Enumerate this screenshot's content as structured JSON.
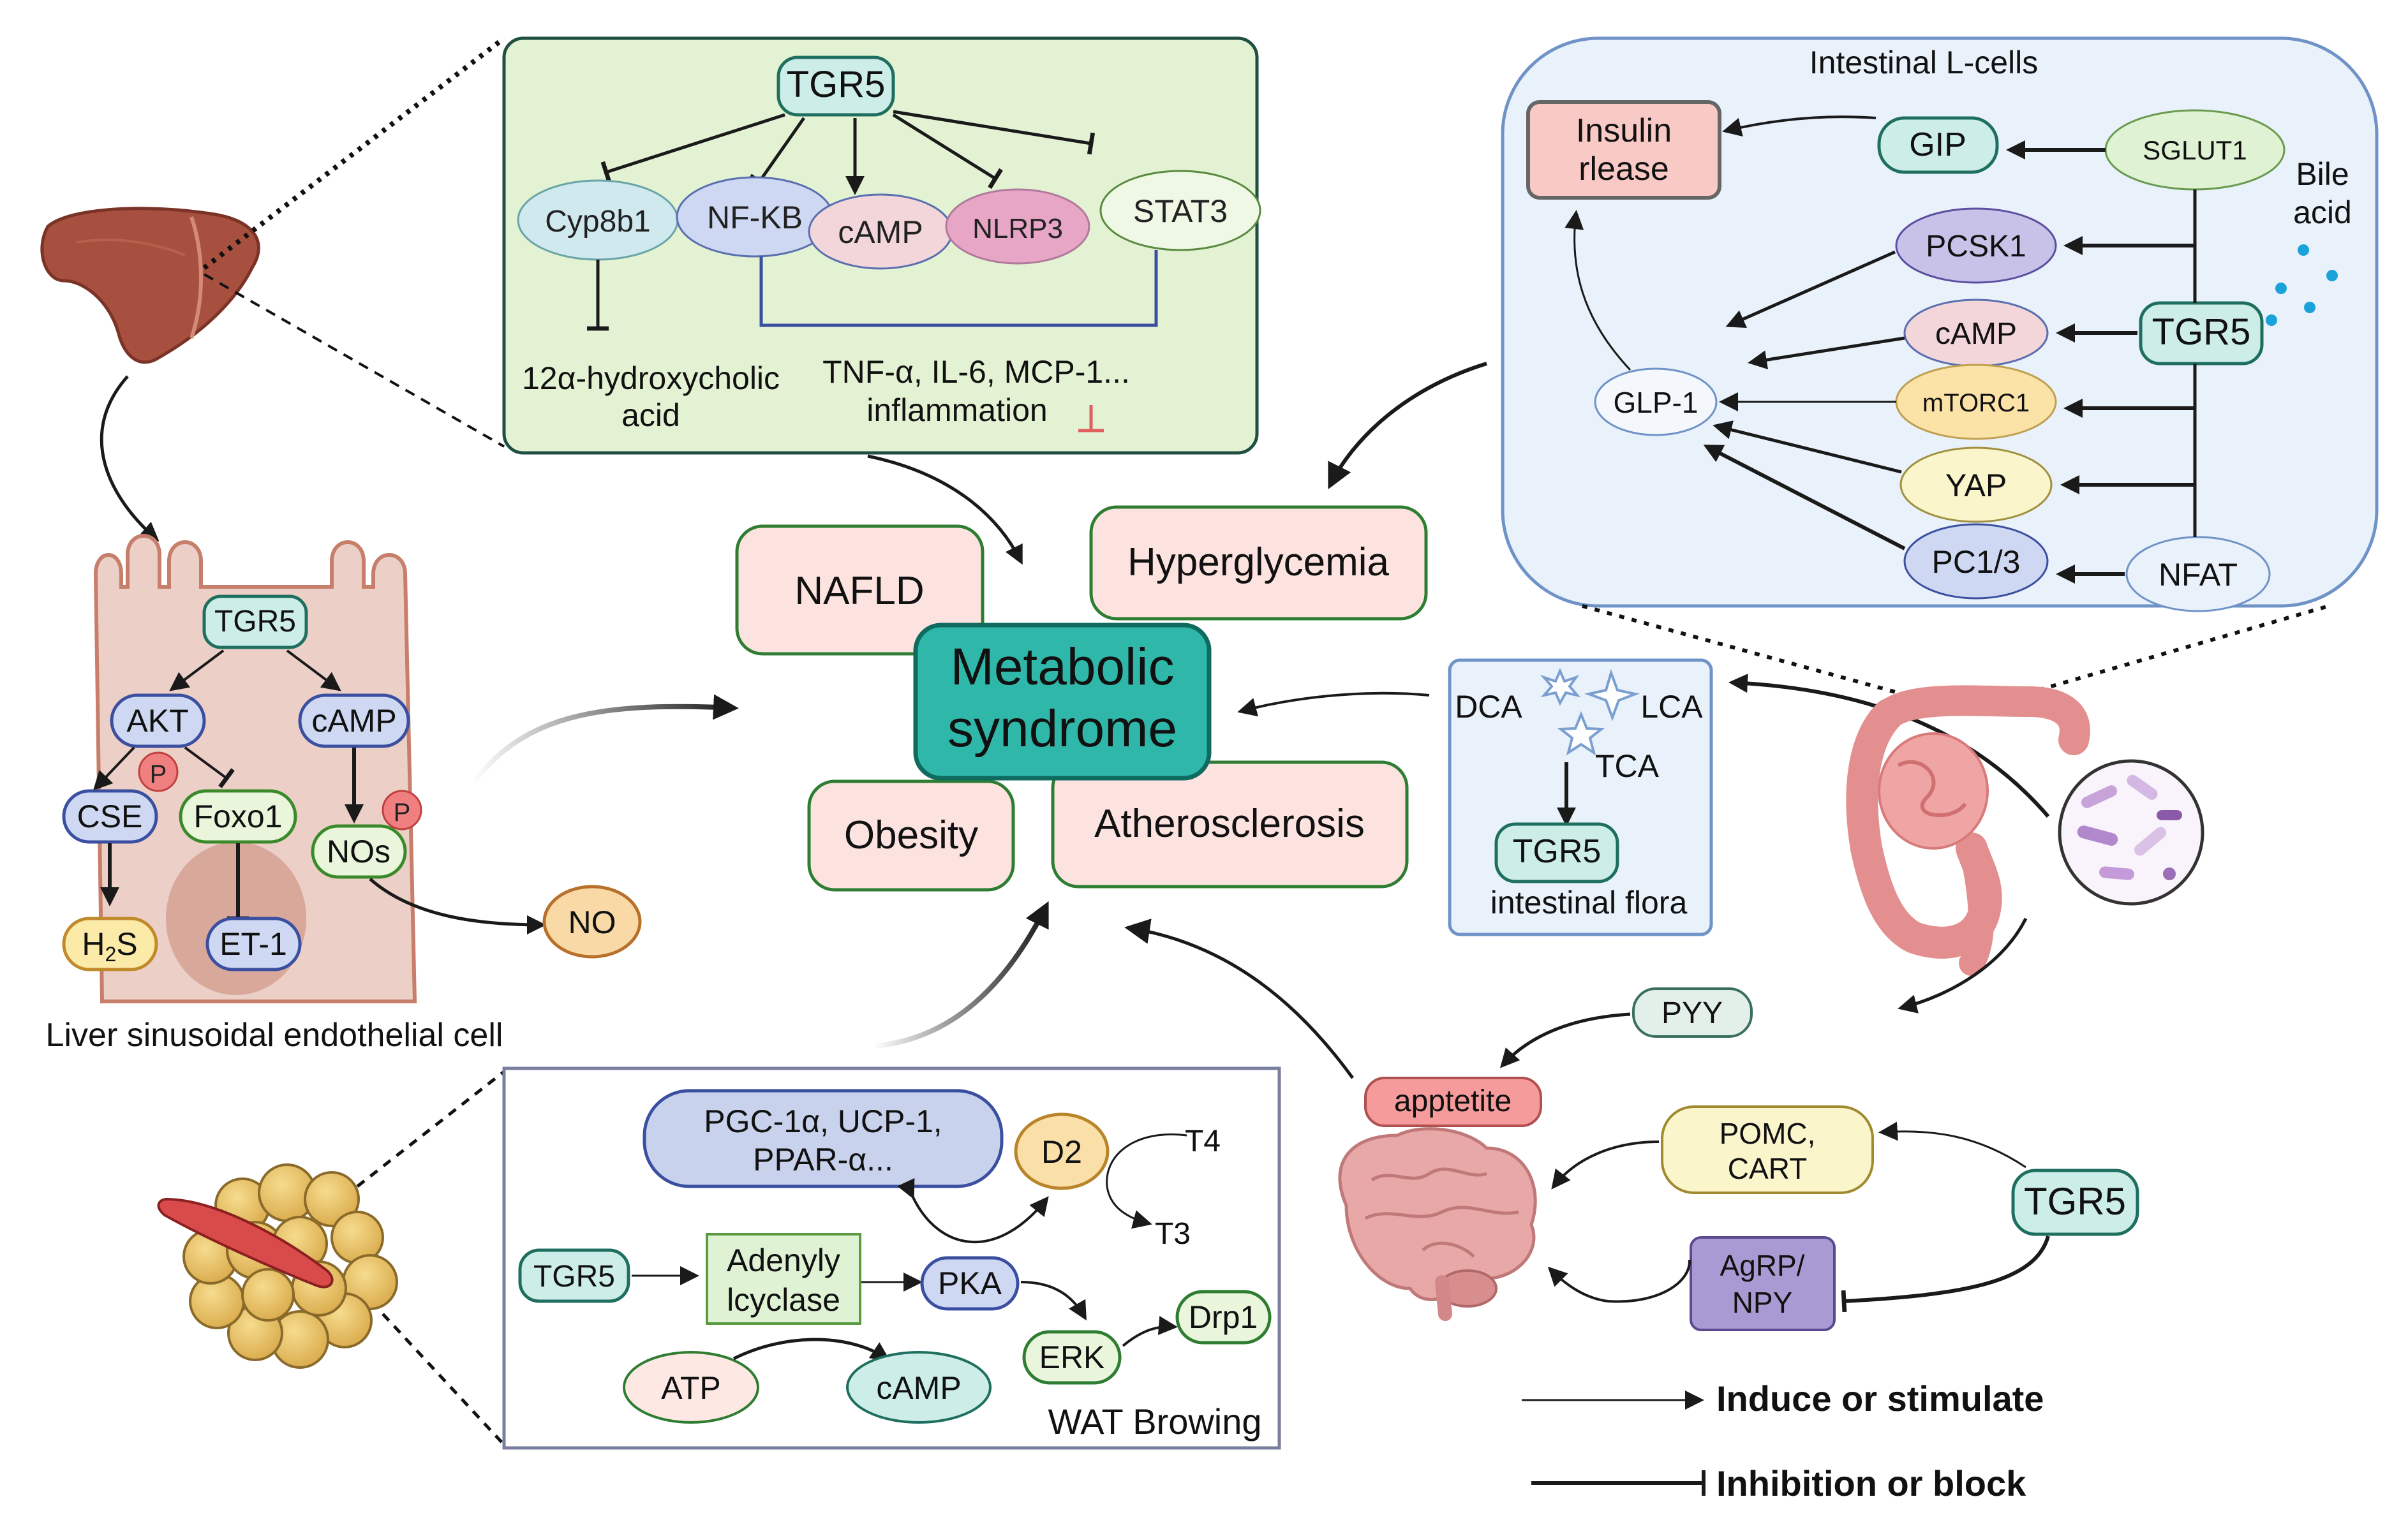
{
  "center": {
    "title_line1": "Metabolic",
    "title_line2": "syndrome",
    "diseases": {
      "nafld": "NAFLD",
      "hyperglycemia": "Hyperglycemia",
      "obesity": "Obesity",
      "atherosclerosis": "Atherosclerosis"
    }
  },
  "liver_box": {
    "tgr5": "TGR5",
    "cyp8b1": "Cyp8b1",
    "nfkb": "NF-KB",
    "camp": "cAMP",
    "nlrp3": "NLRP3",
    "stat3": "STAT3",
    "hydroxy_line1": "12α-hydroxycholic",
    "hydroxy_line2": "acid",
    "cytokines_line1": "TNF-α, IL-6, MCP-1...",
    "cytokines_line2": "inflammation"
  },
  "endothelial": {
    "tgr5": "TGR5",
    "akt": "AKT",
    "camp": "cAMP",
    "p1": "P",
    "p2": "P",
    "cse": "CSE",
    "foxo1": "Foxo1",
    "nos": "NOs",
    "h2s_main": "H",
    "h2s_sub": "2",
    "h2s_end": "S",
    "et1": "ET-1",
    "no": "NO",
    "caption": "Liver sinusoidal endothelial cell"
  },
  "lcells": {
    "title": "Intestinal L-cells",
    "insulin_line1": "Insulin",
    "insulin_line2": "rlease",
    "gip": "GIP",
    "sglut1": "SGLUT1",
    "pcsk1": "PCSK1",
    "camp": "cAMP",
    "tgr5": "TGR5",
    "glp1": "GLP-1",
    "mtorc1": "mTORC1",
    "yap": "YAP",
    "pc13": "PC1/3",
    "nfat": "NFAT",
    "bile_line1": "Bile",
    "bile_line2": "acid"
  },
  "flora": {
    "dca": "DCA",
    "lca": "LCA",
    "tca": "TCA",
    "tgr5": "TGR5",
    "caption": "intestinal flora"
  },
  "wat": {
    "pgc_line1": "PGC-1α,  UCP-1,",
    "pgc_line2": "PPAR-α...",
    "d2": "D2",
    "t4": "T4",
    "t3": "T3",
    "tgr5": "TGR5",
    "adenyl_line1": "Adenyly",
    "adenyl_line2": "lcyclase",
    "pka": "PKA",
    "erk": "ERK",
    "drp1": "Drp1",
    "atp": "ATP",
    "camp": "cAMP",
    "caption": "WAT Browing"
  },
  "brain": {
    "pyy": "PYY",
    "appetite": "apptetite",
    "pomc_line1": "POMC,",
    "pomc_line2": "CART",
    "agrp_line1": "AgRP/",
    "agrp_line2": "NPY",
    "tgr5": "TGR5"
  },
  "legend": {
    "induce": "Induce or stimulate",
    "inhibit": "Inhibition or block"
  },
  "colors": {
    "tgr5_fill": "#cdeee8",
    "tgr5_stroke": "#1f6f60",
    "center_fill": "#2fb8aa",
    "center_stroke": "#0f6b5f",
    "disease_fill": "#fce3df",
    "disease_stroke": "#2e7d32",
    "liver_box_fill": "#e4f2d4",
    "lcell_box_fill": "#e9f1fb",
    "lcell_box_stroke": "#6f93c7"
  }
}
